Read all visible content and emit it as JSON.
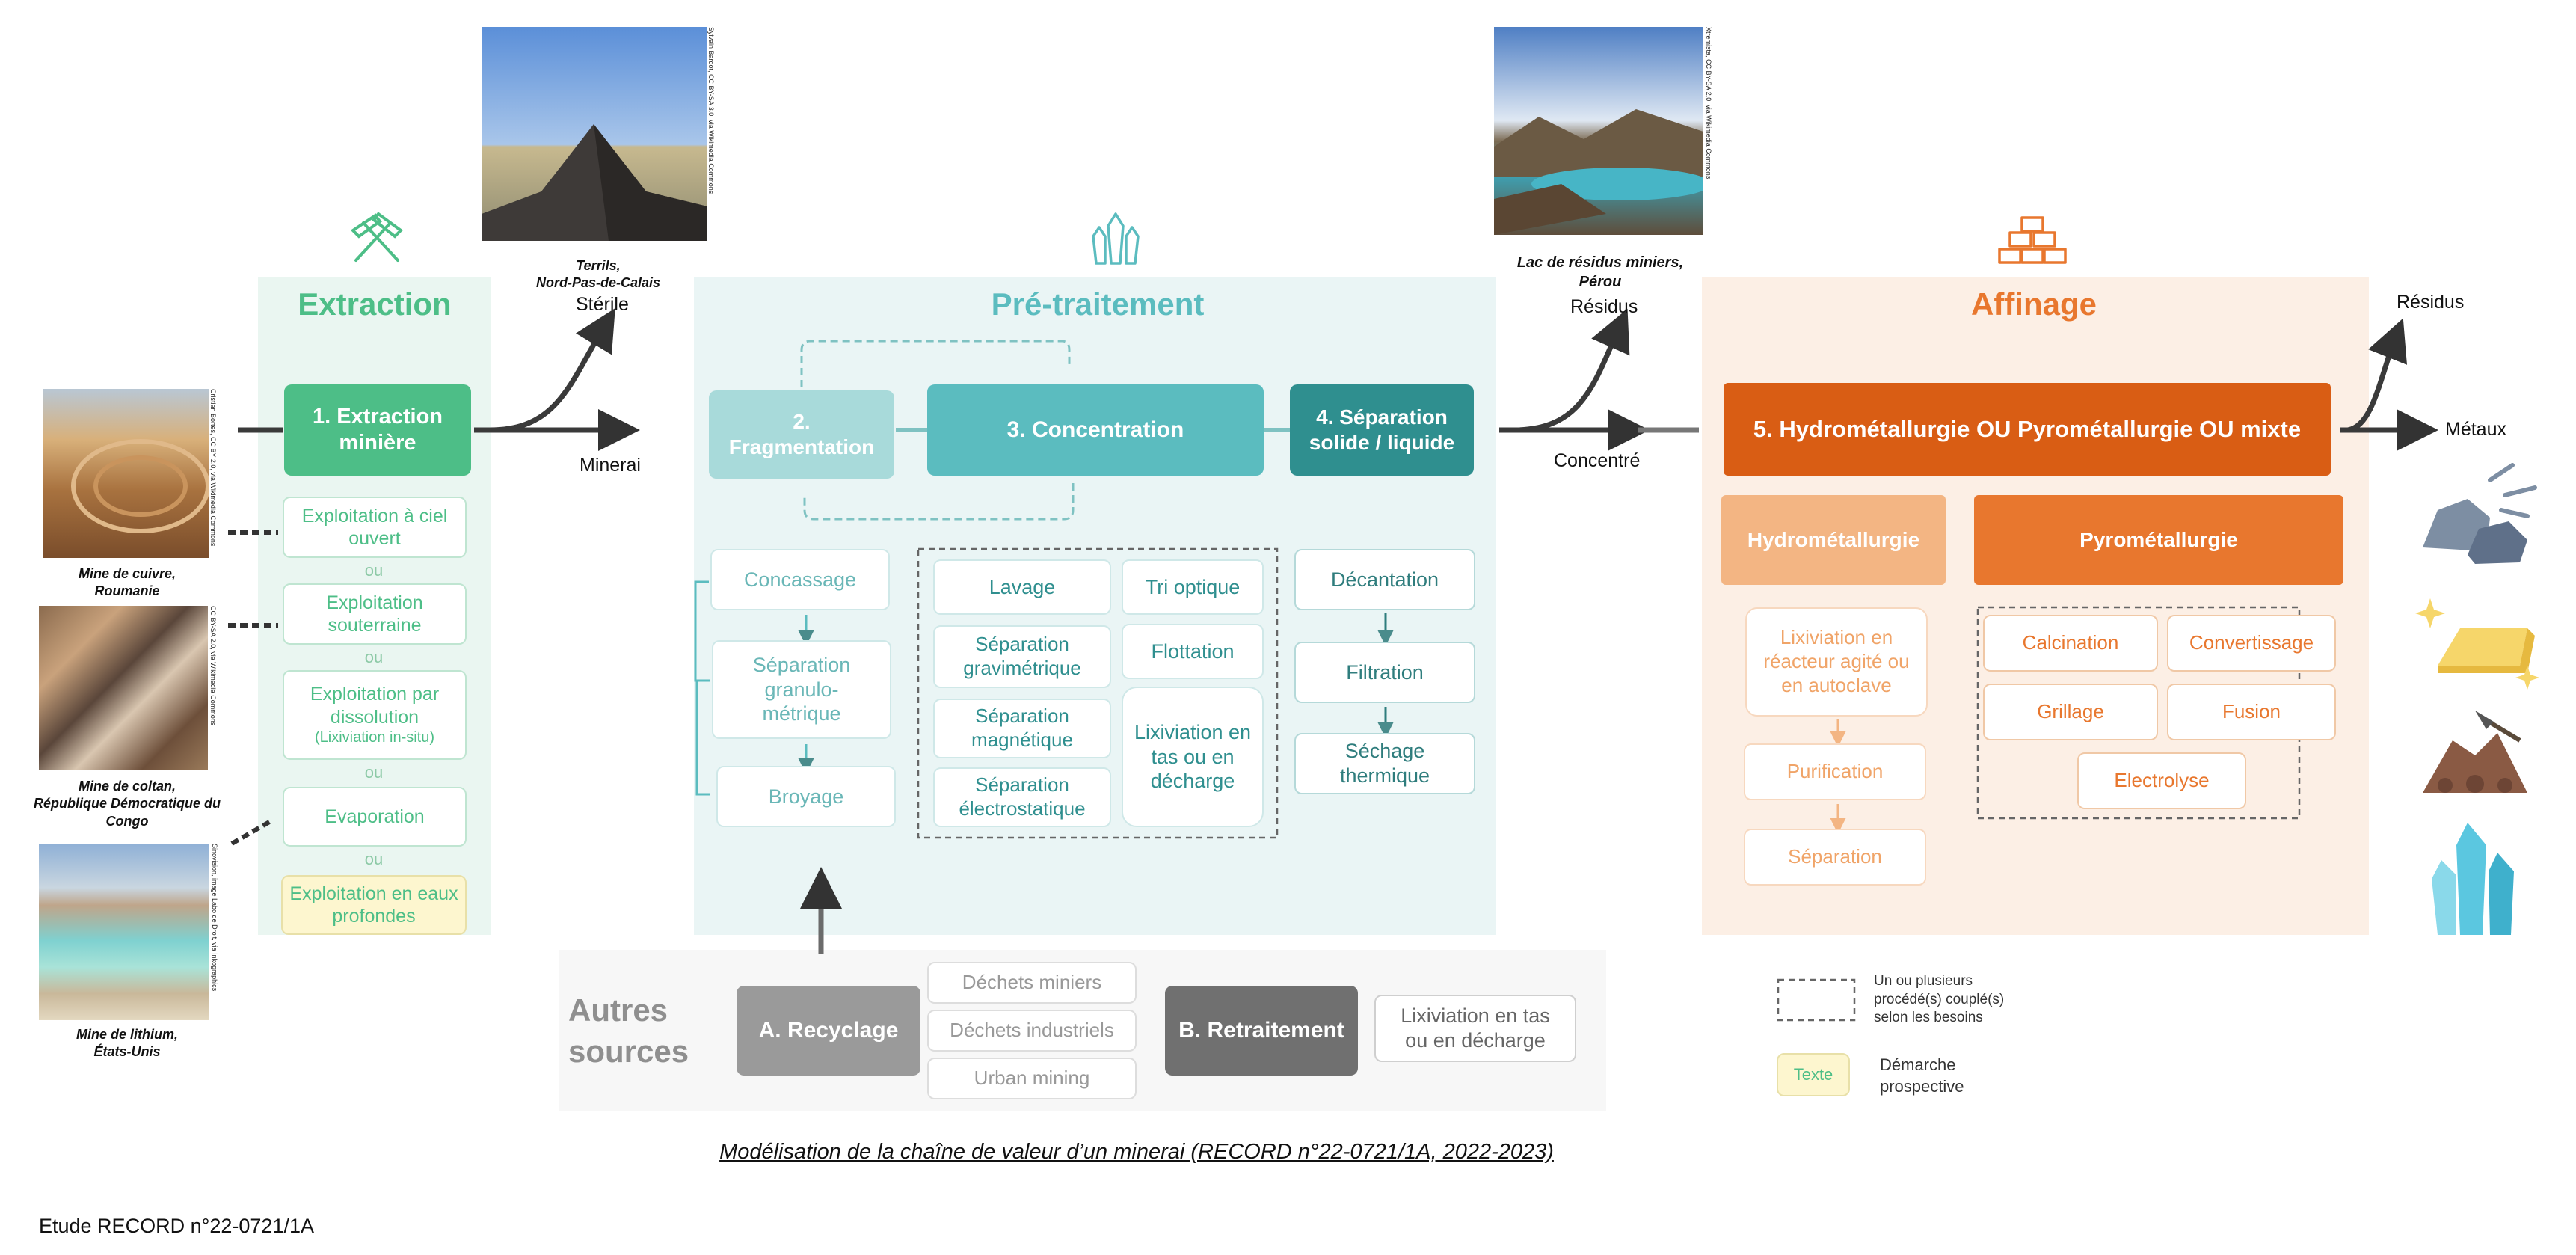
{
  "colors": {
    "extraction": "#4dbe87",
    "pretraitement": "#5bbcbf",
    "affinage": "#e8772e",
    "recycle": "#9a9a9a",
    "arrow": "#333333"
  },
  "extraction": {
    "title": "Extraction",
    "main": "1. Extraction minière",
    "methods": [
      "Exploitation à ciel ouvert",
      "Exploitation souterraine",
      "Exploitation par dissolution",
      "Evaporation",
      "Exploitation en eaux profondes"
    ],
    "method_sub": "(Lixiviation in-situ)",
    "or": "ou"
  },
  "pretraitement": {
    "title": "Pré-traitement",
    "fragmentation": "2. Fragmentation",
    "concentration": "3. Concentration",
    "separation": "4. Séparation solide / liquide",
    "frag_steps": [
      "Concassage",
      "Séparation granulo-métrique",
      "Broyage"
    ],
    "conc_methods": [
      "Lavage",
      "Séparation gravimétrique",
      "Séparation magnétique",
      "Séparation électrostatique",
      "Tri optique",
      "Flottation",
      "Lixiviation en tas ou en décharge"
    ],
    "sep_steps": [
      "Décantation",
      "Filtration",
      "Séchage thermique"
    ]
  },
  "affinage": {
    "title": "Affinage",
    "main": "5. Hydrométallurgie OU Pyrométallurgie OU mixte",
    "hydro": "Hydrométallurgie",
    "pyro": "Pyrométallurgie",
    "hydro_steps": [
      "Lixiviation en réacteur agité ou en autoclave",
      "Purification",
      "Séparation"
    ],
    "pyro_methods": [
      "Calcination",
      "Convertissage",
      "Grillage",
      "Fusion",
      "Electrolyse"
    ]
  },
  "flow": {
    "sterile": "Stérile",
    "minerai": "Minerai",
    "residus1": "Résidus",
    "concentre": "Concentré",
    "residus2": "Résidus",
    "metaux": "Métaux"
  },
  "captions": {
    "terrils": "Terrils,\nNord-Pas-de-Calais",
    "lac": "Lac de résidus miniers,\nPérou",
    "cuivre": "Mine de cuivre,\nRoumanie",
    "coltan": "Mine de coltan,\nRépublique Démocratique du Congo",
    "lithium": "Mine de lithium,\nÉtats-Unis"
  },
  "credits": {
    "terrils": "Sylvain Bardot, CC BY-SA 3.0, via Wikimedia Commons",
    "lac": "Xtremista, CC BY-SA 2.0, via Wikimedia Commons",
    "cuivre": "Cristian Bortes, CC BY 2.0, via Wikimedia Commons",
    "coltan": "CC BY-SA 2.0, via Wikimedia Commons",
    "lithium": "Sinovision, image Labo de Droit, via Inkographics"
  },
  "autres": {
    "title": "Autres sources",
    "recyclage": "A. Recyclage",
    "dechets": [
      "Déchets miniers",
      "Déchets industriels",
      "Urban mining"
    ],
    "retraitement": "B. Retraitement",
    "retraitement_method": "Lixiviation en tas ou en décharge"
  },
  "legend": {
    "dashed": "Un ou plusieurs procédé(s) couplé(s) selon les besoins",
    "texte_sample": "Texte",
    "texte": "Démarche prospective"
  },
  "figure_caption": "Modélisation de la chaîne de valeur d’un minerai (RECORD n°22-0721/1A, 2022-2023)",
  "footer": "Etude RECORD n°22-0721/1A"
}
